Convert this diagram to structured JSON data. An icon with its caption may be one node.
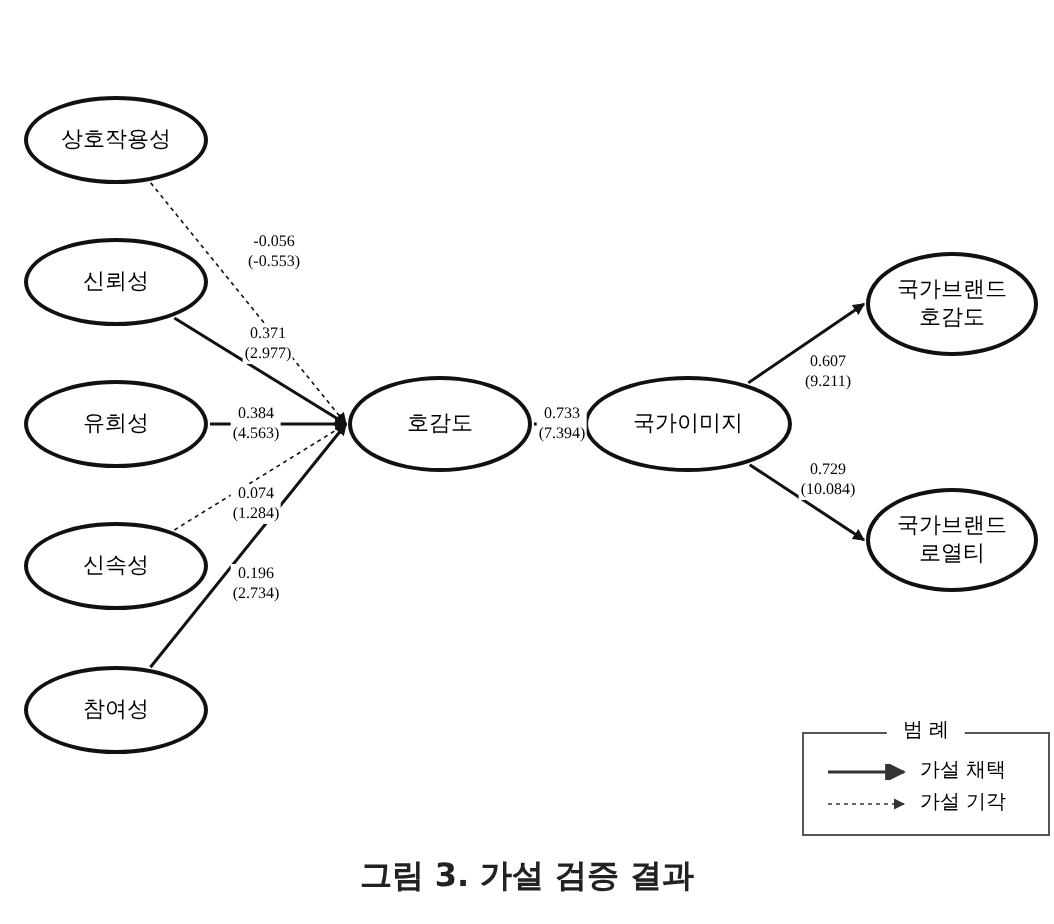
{
  "diagram": {
    "caption": "그림 3. 가설 검증 결과",
    "nodes": [
      {
        "text": [
          "상호작용성"
        ]
      },
      {
        "text": [
          "신뢰성"
        ]
      },
      {
        "text": [
          "유희성"
        ]
      },
      {
        "text": [
          "신속성"
        ]
      },
      {
        "text": [
          "참여성"
        ]
      },
      {
        "text": [
          "호감도"
        ]
      },
      {
        "text": [
          "국가이미지"
        ]
      },
      {
        "text": [
          "국가브랜드 호감도"
        ]
      },
      {
        "text": [
          "국가브랜드 로열티"
        ]
      }
    ],
    "edges": [
      {
        "from": 0,
        "to": 5,
        "arrow": "to",
        "label": "-0.056 (-0.553)",
        "style": "dashed"
      },
      {
        "from": 1,
        "to": 5,
        "arrow": "to",
        "label": "0.371 (2.977)"
      },
      {
        "from": 2,
        "to": 5,
        "arrow": "to",
        "label": "0.384 (4.563)"
      },
      {
        "from": 3,
        "to": 5,
        "arrow": "to",
        "label": "0.074 (1.284)",
        "style": "dashed"
      },
      {
        "from": 4,
        "to": 5,
        "arrow": "to",
        "label": "0.196 (2.734)"
      },
      {
        "from": 5,
        "to": 6,
        "arrow": "to",
        "label": "0.733 (7.394)"
      },
      {
        "from": 6,
        "to": 7,
        "arrow": "to",
        "label": "0.607 (9.211)"
      },
      {
        "from": 6,
        "to": 8,
        "arrow": "to",
        "label": "0.729 (10.084)"
      }
    ],
    "labels": [
      "범 례"
    ],
    "legend": [
      {
        "text": "가설 채택"
      },
      {
        "text": "가설 기각"
      }
    ]
  }
}
